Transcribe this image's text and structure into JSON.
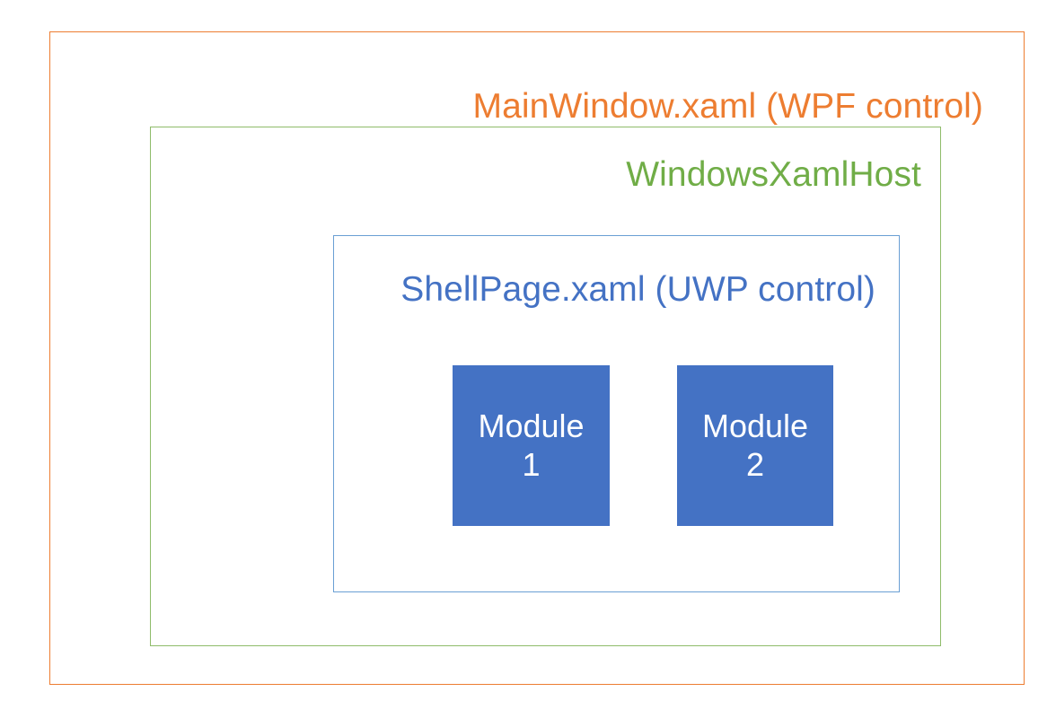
{
  "diagram": {
    "type": "nested-containment",
    "background_color": "#FFFFFF",
    "layers": [
      {
        "id": "wpf",
        "label": "MainWindow.xaml (WPF control)",
        "color": "#ED7D31",
        "border_color": "#ED7D31"
      },
      {
        "id": "xamlhost",
        "label": "WindowsXamlHost",
        "color": "#70AD47",
        "border_color": "#8FBC6A"
      },
      {
        "id": "uwp",
        "label": "ShellPage.xaml (UWP control)",
        "color": "#4472C4",
        "border_color": "#6A9FD4"
      }
    ],
    "modules": [
      {
        "id": "module-1",
        "name_line": "Module",
        "index_line": "1",
        "fill_color": "#4472C4",
        "text_color": "#FFFFFF"
      },
      {
        "id": "module-2",
        "name_line": "Module",
        "index_line": "2",
        "fill_color": "#4472C4",
        "text_color": "#FFFFFF"
      }
    ]
  }
}
